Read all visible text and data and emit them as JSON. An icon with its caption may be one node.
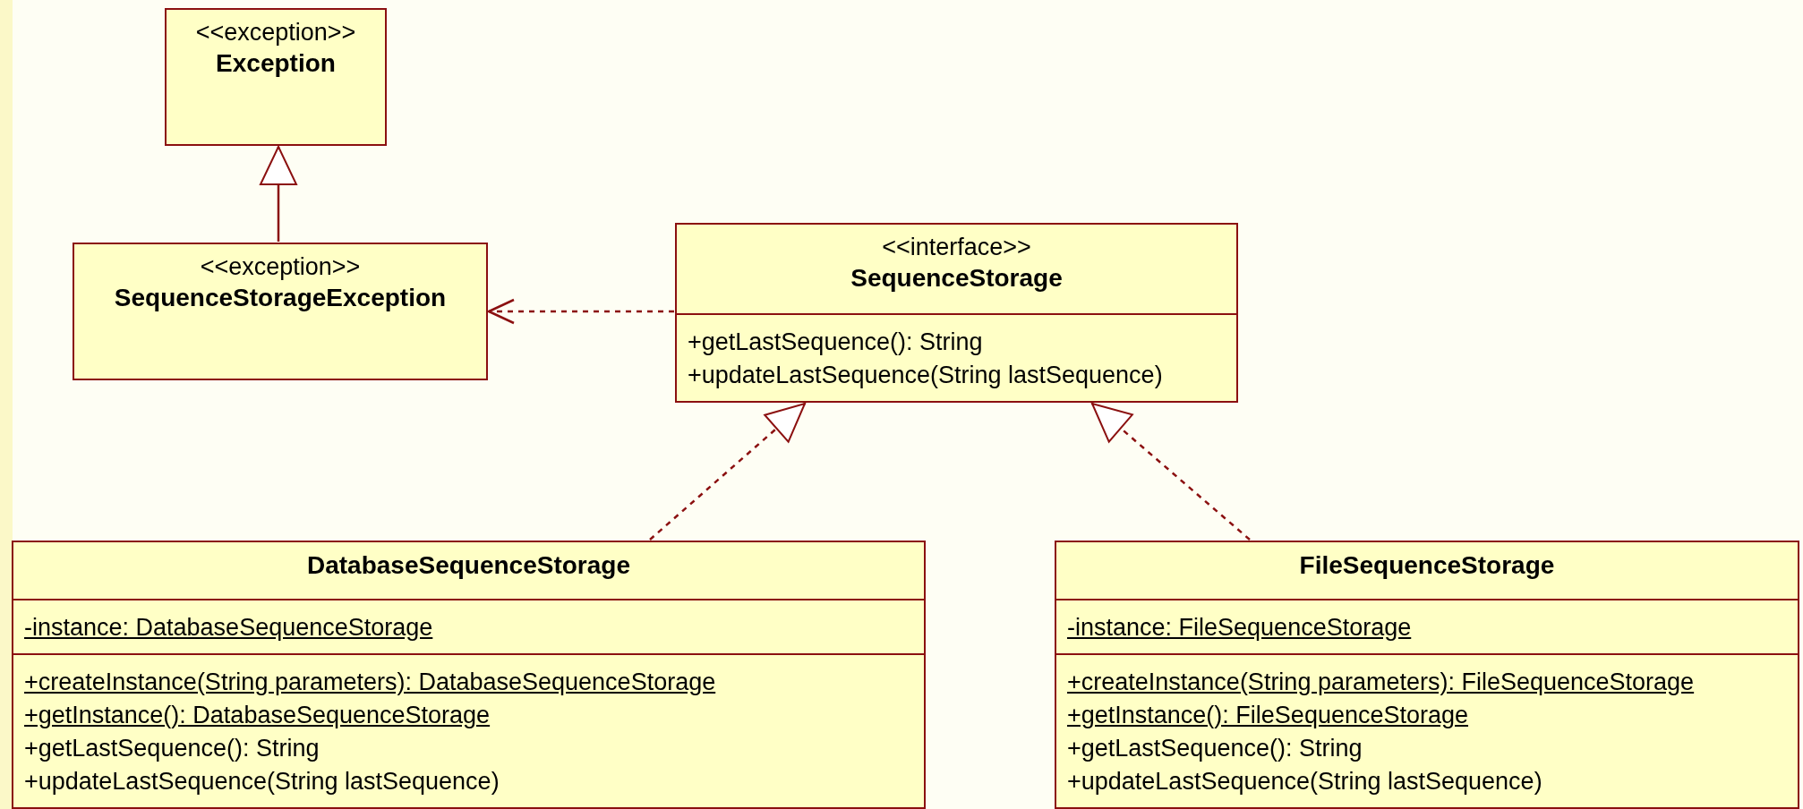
{
  "diagram": {
    "nodes": [
      {
        "text": [
          "<<exception>>",
          "Exception"
        ]
      },
      {
        "text": [
          "<<exception>>",
          "SequenceStorageException"
        ]
      },
      {
        "text": [
          "<<interface>>",
          "SequenceStorage",
          "+getLastSequence(): String",
          "+updateLastSequence(String lastSequence)"
        ]
      },
      {
        "text": [
          "DatabaseSequenceStorage",
          "-instance: DatabaseSequenceStorage",
          "+createInstance(String parameters): DatabaseSequenceStorage",
          "+getInstance(): DatabaseSequenceStorage",
          "+getLastSequence(): String",
          "+updateLastSequence(String lastSequence)"
        ]
      },
      {
        "text": [
          "FileSequenceStorage",
          "-instance: FileSequenceStorage",
          "+createInstance(String parameters): FileSequenceStorage",
          "+getInstance(): FileSequenceStorage",
          "+getLastSequence(): String",
          "+updateLastSequence(String lastSequence)"
        ]
      }
    ],
    "edges": [
      {
        "from": 1,
        "to": 0,
        "arrow": "to"
      },
      {
        "from": 2,
        "to": 1,
        "arrow": "to",
        "style": "dashed"
      },
      {
        "from": 3,
        "to": 2,
        "arrow": "to",
        "style": "dashed"
      },
      {
        "from": 4,
        "to": 2,
        "arrow": "to",
        "style": "dashed"
      }
    ]
  }
}
